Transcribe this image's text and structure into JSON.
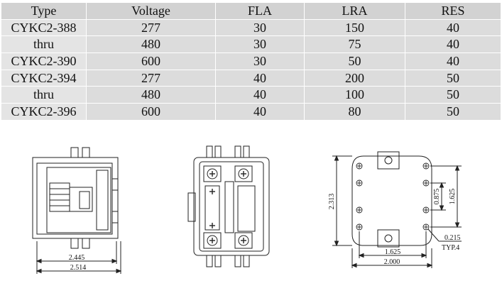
{
  "table": {
    "headers": [
      "Type",
      "Voltage",
      "FLA",
      "LRA",
      "RES"
    ],
    "rows": [
      [
        "CYKC2-388",
        "277",
        "30",
        "150",
        "40"
      ],
      [
        "thru",
        "480",
        "30",
        "75",
        "40"
      ],
      [
        "CYKC2-390",
        "600",
        "30",
        "50",
        "40"
      ],
      [
        "CYKC2-394",
        "277",
        "40",
        "200",
        "50"
      ],
      [
        "thru",
        "480",
        "40",
        "100",
        "50"
      ],
      [
        "CYKC2-396",
        "600",
        "40",
        "80",
        "50"
      ]
    ]
  },
  "side_view": {
    "dim_width_inner": "2.445",
    "dim_width_outer": "2.514"
  },
  "mount_view": {
    "dim_height": "2.313",
    "dim_hole_spacing_inner": "0.875",
    "dim_hole_spacing_outer": "1.625",
    "dim_hole_spacing_horizontal": "1.625",
    "dim_width": "2.000",
    "dim_hole_diameter": "0.215",
    "dim_hole_note": "TYP.4"
  }
}
